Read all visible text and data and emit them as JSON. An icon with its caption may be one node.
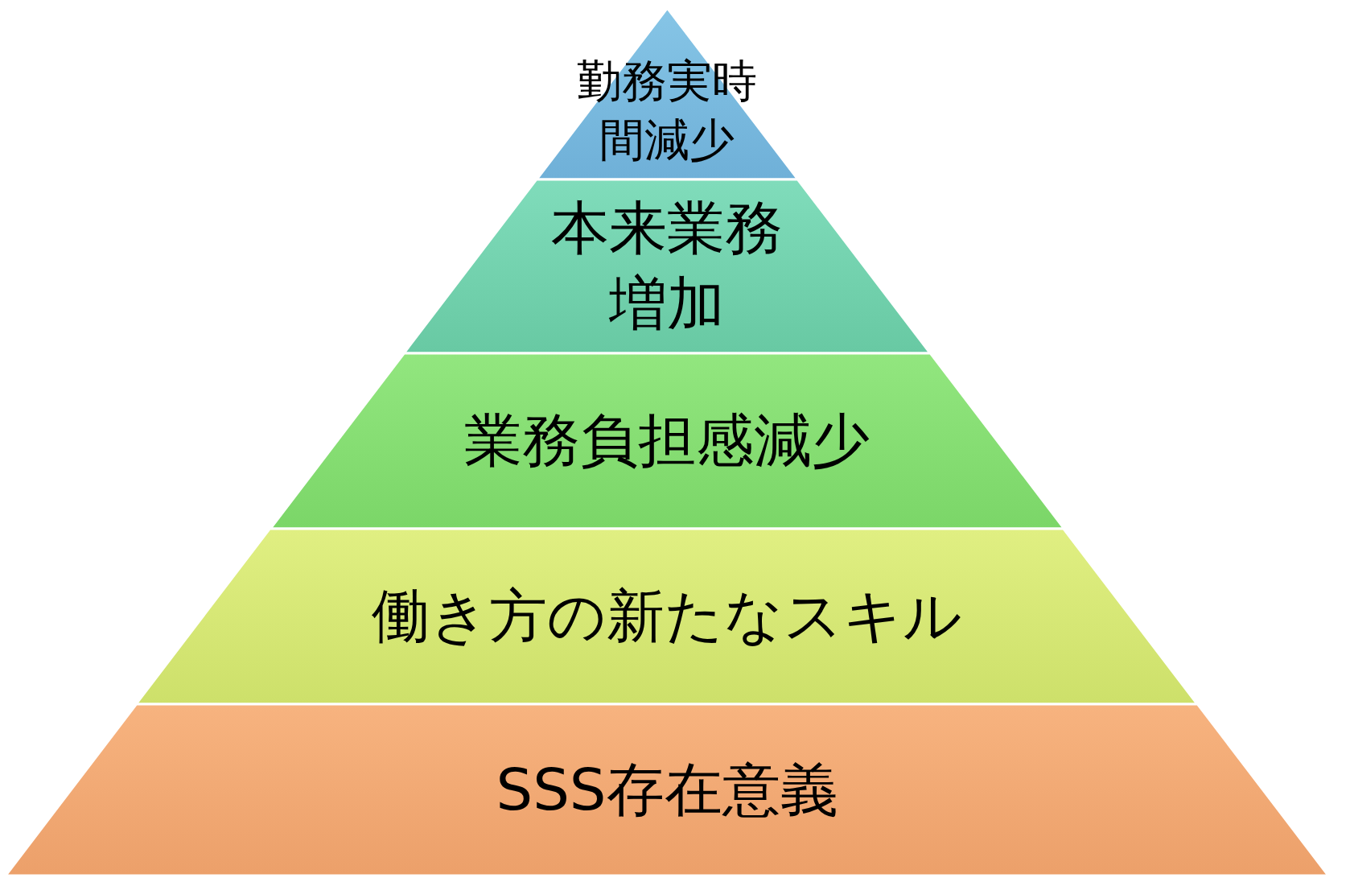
{
  "diagram": {
    "nodes": [
      {
        "text": [
          "勤務実時間減少"
        ]
      },
      {
        "text": [
          "本来業務増加"
        ]
      },
      {
        "text": [
          "業務負担感減少"
        ]
      },
      {
        "text": [
          "働き方の新たなスキル"
        ]
      },
      {
        "text": [
          "SSS存在意義"
        ]
      }
    ]
  }
}
